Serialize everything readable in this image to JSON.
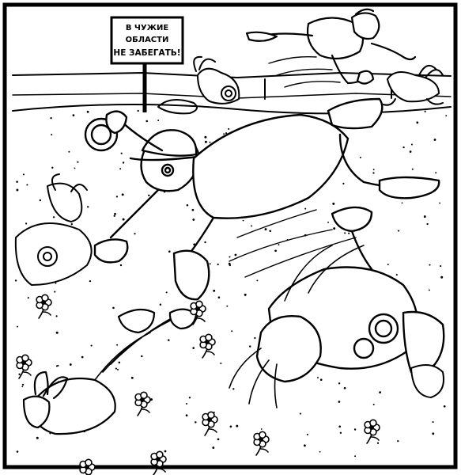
{
  "sign": {
    "line1": "В ЧУЖИЕ",
    "line2": "ОБЛАСТИ",
    "line3": "НЕ ЗАБЕГАТЬ!"
  }
}
